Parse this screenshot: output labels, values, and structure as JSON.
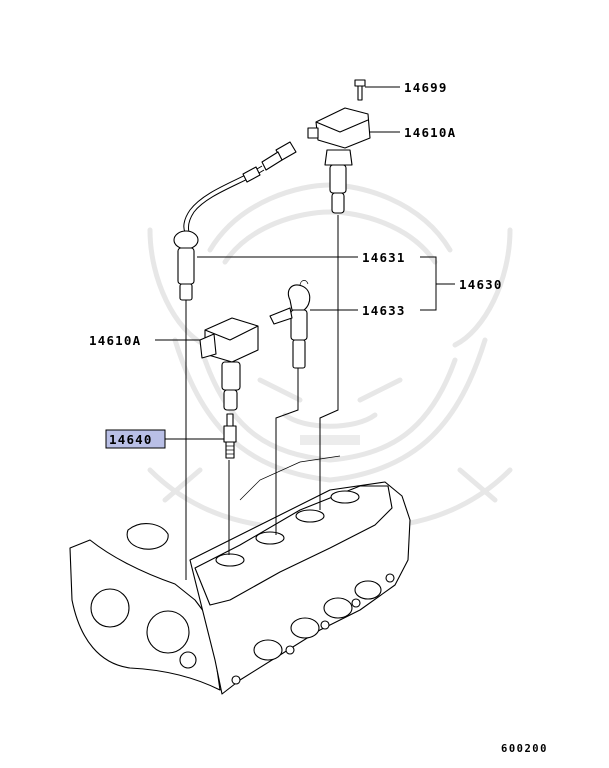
{
  "callouts": {
    "bolt": "14699",
    "coil_upper": "14610A",
    "wire_a": "14631",
    "wire_set": "14630",
    "wire_b": "14633",
    "coil_lower": "14610A",
    "spark_plug": "14640"
  },
  "highlight_color": "#b9bfe6",
  "figure_code": "600200"
}
